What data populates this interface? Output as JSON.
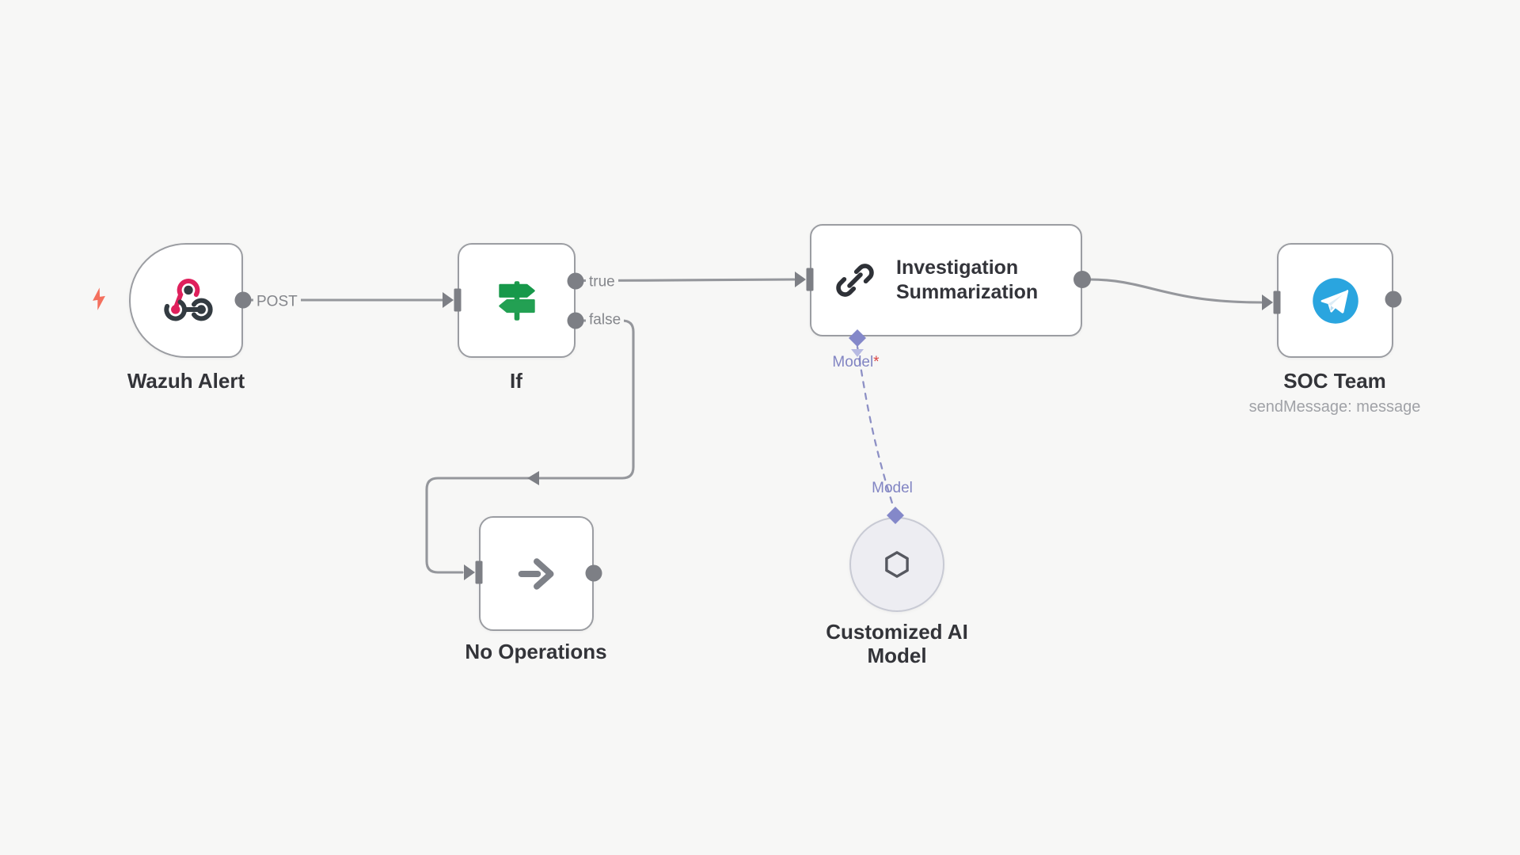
{
  "workflow": {
    "nodes": {
      "wazuh": {
        "title": "Wazuh Alert",
        "output_label": "POST"
      },
      "if_node": {
        "title": "If",
        "true_label": "true",
        "false_label": "false"
      },
      "no_operations": {
        "title": "No Operations"
      },
      "investigation": {
        "title_lines": {
          "0": "Investigation",
          "1": "Summarization"
        },
        "model_port_label": "Model",
        "required_mark": "*"
      },
      "soc": {
        "title": "SOC Team",
        "subtitle": "sendMessage: message"
      },
      "ai_model": {
        "title_lines": {
          "0": "Customized AI",
          "1": "Model"
        },
        "port_label": "Model"
      }
    },
    "colors": {
      "canvas_bg": "#f7f7f6",
      "node_border": "#9b9da2",
      "edge_gray": "#95979c",
      "port_gray": "#7d7f85",
      "webhook_pink": "#df205c",
      "webhook_dark": "#333b41",
      "if_green": "#1e9b4d",
      "telegram_blue": "#2aa5df",
      "openai_gray": "#565860",
      "model_purple": "#8488c9",
      "label_purple": "#8285c3",
      "required_red": "#d94444",
      "bolt_orange": "#f4705e"
    }
  }
}
